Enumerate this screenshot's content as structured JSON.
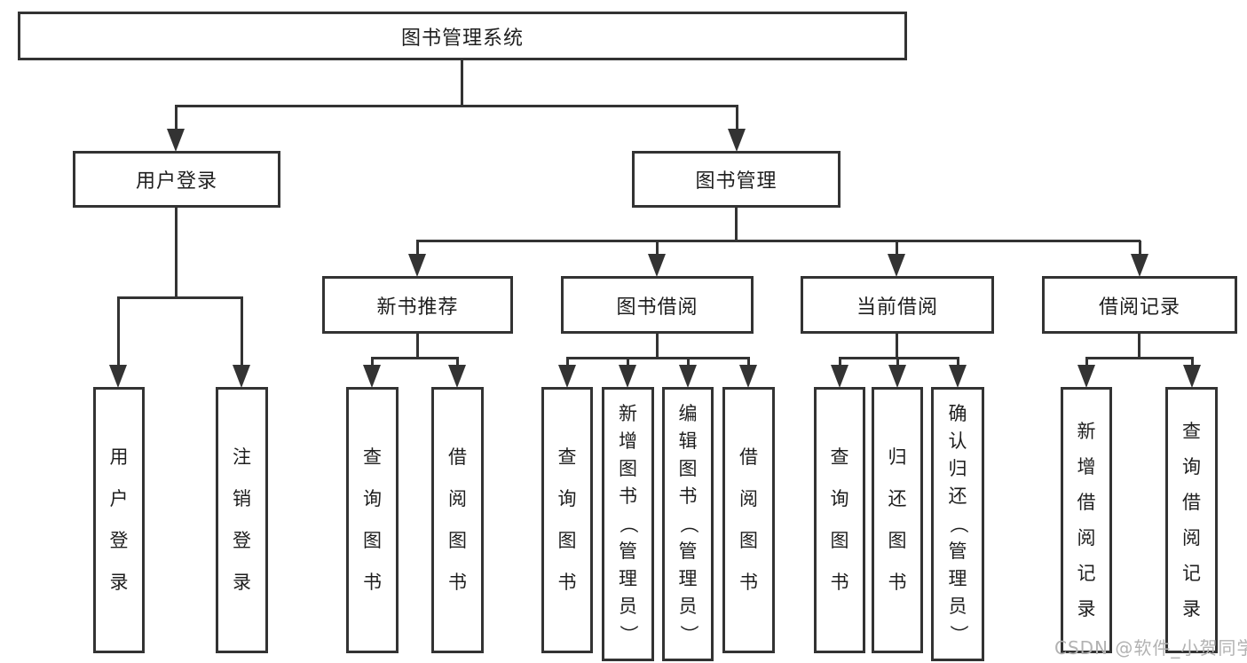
{
  "diagram_type": "tree",
  "nodes": {
    "root": "图书管理系统",
    "user_login": "用户登录",
    "book_management": "图书管理",
    "new_book_recommend": "新书推荐",
    "book_borrowing": "图书借阅",
    "current_borrowing": "当前借阅",
    "borrowing_records": "借阅记录",
    "leaves": {
      "user_login": [
        "用户登录",
        "注销登录"
      ],
      "new_book_recommend": [
        "查询图书",
        "借阅图书"
      ],
      "book_borrowing": [
        "查询图书",
        "新增图书（管理员）",
        "编辑图书（管理员）",
        "借阅图书"
      ],
      "current_borrowing": [
        "查询图书",
        "归还图书",
        "确认归还（管理员）"
      ],
      "borrowing_records": [
        "新增借阅记录",
        "查询借阅记录"
      ]
    }
  },
  "watermark": "CSDN @软件_小贺同学",
  "colors": {
    "line": "#333333",
    "box_border": "#333333",
    "box_fill": "#ffffff",
    "text": "#1e1e1e",
    "watermark": "#b2b2b2"
  }
}
